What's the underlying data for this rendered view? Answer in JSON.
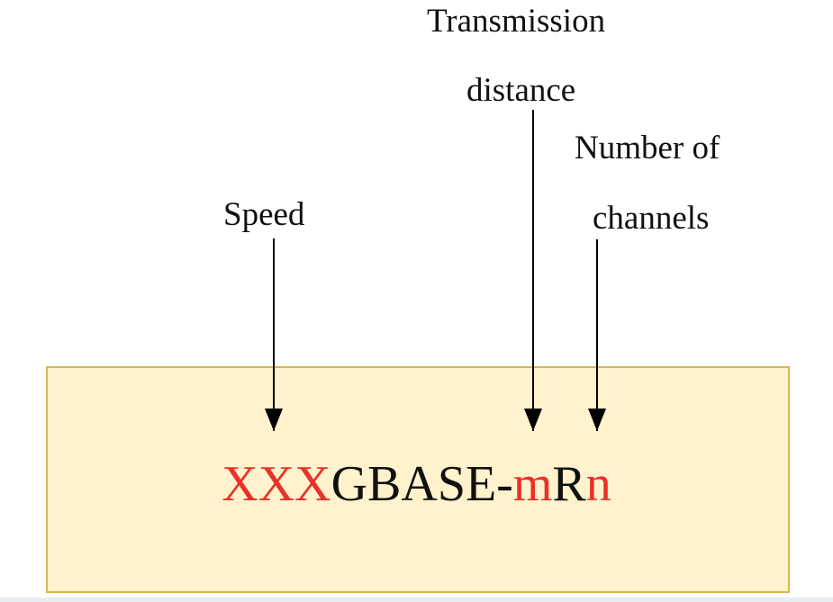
{
  "labels": {
    "speed": "Speed",
    "transmission_line1": "Transmission",
    "transmission_line2": "distance",
    "channels_line1": "Number of",
    "channels_line2": "channels"
  },
  "format": {
    "segments": [
      {
        "text": "XXX",
        "variable": true
      },
      {
        "text": "GBASE-",
        "variable": false
      },
      {
        "text": "m",
        "variable": true
      },
      {
        "text": "R",
        "variable": false
      },
      {
        "text": "n",
        "variable": true
      }
    ]
  },
  "colors": {
    "box_fill": "#fff2cc",
    "box_border": "#d6b656",
    "variable_text": "#e8312a",
    "fixed_text": "#111111",
    "arrow": "#000000"
  }
}
